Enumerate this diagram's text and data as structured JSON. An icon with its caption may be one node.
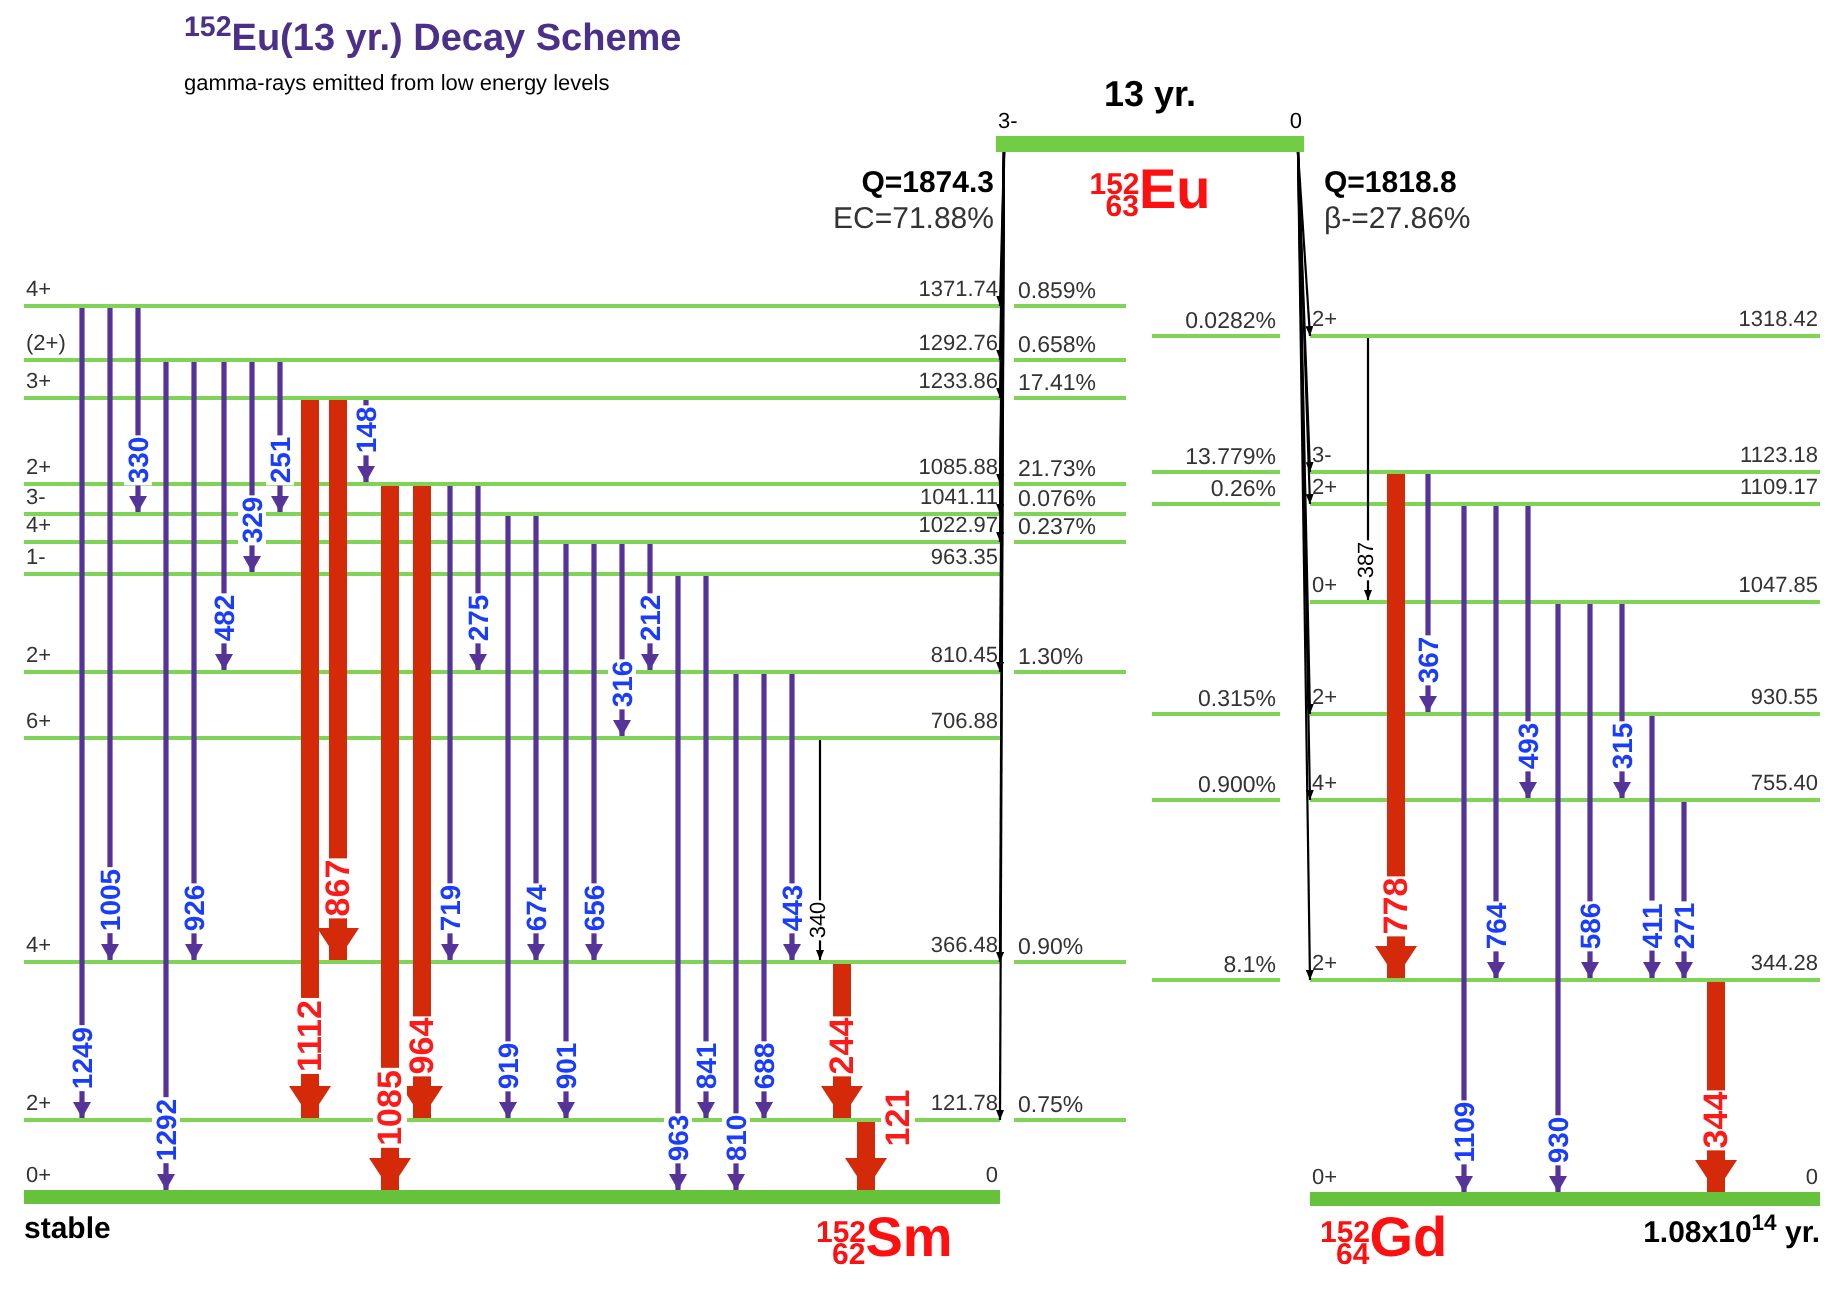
{
  "diagram": {
    "title": "$^{152}$Eu(13 yr.) Decay Scheme",
    "nodes": [
      {
        "text": [],
        "shape": "bar",
        "beside": [
          "3-",
          "0",
          "13 yr.",
          "$^{152}$$_{63}$Eu"
        ]
      },
      {
        "text": [],
        "shape": "bar",
        "beside": [
          "4+",
          "1371.74"
        ]
      },
      {
        "text": [],
        "shape": "bar",
        "beside": [
          "(2+)",
          "1292.76"
        ]
      },
      {
        "text": [],
        "shape": "bar",
        "beside": [
          "3+",
          "1233.86"
        ]
      },
      {
        "text": [],
        "shape": "bar",
        "beside": [
          "2+",
          "1085.88"
        ]
      },
      {
        "text": [],
        "shape": "bar",
        "beside": [
          "3-",
          "1041.11"
        ]
      },
      {
        "text": [],
        "shape": "bar",
        "beside": [
          "4+",
          "1022.97"
        ]
      },
      {
        "text": [],
        "shape": "bar",
        "beside": [
          "1-",
          "963.35"
        ]
      },
      {
        "text": [],
        "shape": "bar",
        "beside": [
          "2+",
          "810.45"
        ]
      },
      {
        "text": [],
        "shape": "bar",
        "beside": [
          "6+",
          "706.88"
        ]
      },
      {
        "text": [],
        "shape": "bar",
        "beside": [
          "4+",
          "366.48"
        ]
      },
      {
        "text": [],
        "shape": "bar",
        "beside": [
          "2+",
          "121.78"
        ]
      },
      {
        "text": [],
        "shape": "bar",
        "beside": [
          "0+",
          "0",
          "stable",
          "$^{152}$$_{62}$Sm"
        ]
      },
      {
        "text": [],
        "shape": "bar",
        "beside": [
          "2+",
          "1318.42"
        ]
      },
      {
        "text": [],
        "shape": "bar",
        "beside": [
          "3-",
          "1123.18"
        ]
      },
      {
        "text": [],
        "shape": "bar",
        "beside": [
          "2+",
          "1109.17"
        ]
      },
      {
        "text": [],
        "shape": "bar",
        "beside": [
          "0+",
          "1047.85"
        ]
      },
      {
        "text": [],
        "shape": "bar",
        "beside": [
          "2+",
          "930.55"
        ]
      },
      {
        "text": [],
        "shape": "bar",
        "beside": [
          "4+",
          "755.40"
        ]
      },
      {
        "text": [],
        "shape": "bar",
        "beside": [
          "2+",
          "344.28"
        ]
      },
      {
        "text": [],
        "shape": "bar",
        "beside": [
          "0+",
          "0",
          "1.08x10$^{14}$ yr.",
          "$^{152}$$_{64}$Gd"
        ]
      }
    ],
    "edges": [
      {
        "from": 1,
        "to": 11,
        "arrow": "to",
        "label": "1249"
      },
      {
        "from": 1,
        "to": 10,
        "arrow": "to",
        "label": "1005"
      },
      {
        "from": 1,
        "to": 5,
        "arrow": "to",
        "label": "330"
      },
      {
        "from": 2,
        "to": 12,
        "arrow": "to",
        "label": "1292"
      },
      {
        "from": 2,
        "to": 10,
        "arrow": "to",
        "label": "926"
      },
      {
        "from": 2,
        "to": 8,
        "arrow": "to",
        "label": "482"
      },
      {
        "from": 2,
        "to": 7,
        "arrow": "to",
        "label": "329"
      },
      {
        "from": 2,
        "to": 5,
        "arrow": "to",
        "label": "251"
      },
      {
        "from": 3,
        "to": 11,
        "arrow": "to",
        "label": "1112",
        "style": "thick",
        "color": "#d42a0a"
      },
      {
        "from": 3,
        "to": 10,
        "arrow": "to",
        "label": "867",
        "style": "thick",
        "color": "#d42a0a"
      },
      {
        "from": 3,
        "to": 4,
        "arrow": "to",
        "label": "148"
      },
      {
        "from": 4,
        "to": 12,
        "arrow": "to",
        "label": "1085",
        "style": "thick",
        "color": "#d42a0a"
      },
      {
        "from": 4,
        "to": 11,
        "arrow": "to",
        "label": "964",
        "style": "thick",
        "color": "#d42a0a"
      },
      {
        "from": 4,
        "to": 10,
        "arrow": "to",
        "label": "719"
      },
      {
        "from": 4,
        "to": 8,
        "arrow": "to",
        "label": "275"
      },
      {
        "from": 5,
        "to": 11,
        "arrow": "to",
        "label": "919"
      },
      {
        "from": 5,
        "to": 10,
        "arrow": "to",
        "label": "674"
      },
      {
        "from": 6,
        "to": 11,
        "arrow": "to",
        "label": "901"
      },
      {
        "from": 6,
        "to": 10,
        "arrow": "to",
        "label": "656"
      },
      {
        "from": 6,
        "to": 9,
        "arrow": "to",
        "label": "316"
      },
      {
        "from": 6,
        "to": 8,
        "arrow": "to",
        "label": "212"
      },
      {
        "from": 7,
        "to": 12,
        "arrow": "to",
        "label": "963"
      },
      {
        "from": 7,
        "to": 11,
        "arrow": "to",
        "label": "841"
      },
      {
        "from": 8,
        "to": 12,
        "arrow": "to",
        "label": "810"
      },
      {
        "from": 8,
        "to": 11,
        "arrow": "to",
        "label": "688"
      },
      {
        "from": 8,
        "to": 10,
        "arrow": "to",
        "label": "443"
      },
      {
        "from": 9,
        "to": 10,
        "arrow": "to",
        "label": "340",
        "color": "#000000"
      },
      {
        "from": 10,
        "to": 11,
        "arrow": "to",
        "label": "244",
        "style": "thick",
        "color": "#d42a0a"
      },
      {
        "from": 11,
        "to": 12,
        "arrow": "to",
        "label": "121",
        "style": "thick",
        "color": "#d42a0a"
      },
      {
        "from": 13,
        "to": 16,
        "arrow": "to",
        "label": "387",
        "color": "#000000"
      },
      {
        "from": 14,
        "to": 19,
        "arrow": "to",
        "label": "778",
        "style": "thick",
        "color": "#d42a0a"
      },
      {
        "from": 14,
        "to": 17,
        "arrow": "to",
        "label": "367"
      },
      {
        "from": 15,
        "to": 20,
        "arrow": "to",
        "label": "1109"
      },
      {
        "from": 15,
        "to": 19,
        "arrow": "to",
        "label": "764"
      },
      {
        "from": 15,
        "to": 18,
        "arrow": "to",
        "label": "493"
      },
      {
        "from": 16,
        "to": 20,
        "arrow": "to",
        "label": "930"
      },
      {
        "from": 16,
        "to": 19,
        "arrow": "to",
        "label": "586"
      },
      {
        "from": 16,
        "to": 18,
        "arrow": "to",
        "label": "315"
      },
      {
        "from": 17,
        "to": 19,
        "arrow": "to",
        "label": "411"
      },
      {
        "from": 18,
        "to": 19,
        "arrow": "to",
        "label": "271"
      },
      {
        "from": 19,
        "to": 20,
        "arrow": "to",
        "label": "344",
        "style": "thick",
        "color": "#d42a0a"
      },
      {
        "from": 0,
        "to": 1,
        "arrow": "to",
        "label": "0.859%",
        "color": "#000000"
      },
      {
        "from": 0,
        "to": 2,
        "arrow": "to",
        "label": "0.658%",
        "color": "#000000"
      },
      {
        "from": 0,
        "to": 3,
        "arrow": "to",
        "label": "17.41%",
        "color": "#000000"
      },
      {
        "from": 0,
        "to": 4,
        "arrow": "to",
        "label": "21.73%",
        "color": "#000000"
      },
      {
        "from": 0,
        "to": 5,
        "arrow": "to",
        "label": "0.076%",
        "color": "#000000"
      },
      {
        "from": 0,
        "to": 6,
        "arrow": "to",
        "label": "0.237%",
        "color": "#000000"
      },
      {
        "from": 0,
        "to": 8,
        "arrow": "to",
        "label": "1.30%",
        "color": "#000000"
      },
      {
        "from": 0,
        "to": 10,
        "arrow": "to",
        "label": "0.90%",
        "color": "#000000"
      },
      {
        "from": 0,
        "to": 11,
        "arrow": "to",
        "label": "0.75%",
        "color": "#000000"
      },
      {
        "from": 0,
        "to": 13,
        "arrow": "to",
        "label": "0.0282%",
        "color": "#000000"
      },
      {
        "from": 0,
        "to": 14,
        "arrow": "to",
        "label": "13.779%",
        "color": "#000000"
      },
      {
        "from": 0,
        "to": 15,
        "arrow": "to",
        "label": "0.26%",
        "color": "#000000"
      },
      {
        "from": 0,
        "to": 17,
        "arrow": "to",
        "label": "0.315%",
        "color": "#000000"
      },
      {
        "from": 0,
        "to": 18,
        "arrow": "to",
        "label": "0.900%",
        "color": "#000000"
      },
      {
        "from": 0,
        "to": 19,
        "arrow": "to",
        "label": "8.1%",
        "color": "#000000"
      }
    ],
    "labels": [
      "gamma-rays emitted from low energy levels",
      "Q=1874.3",
      "EC=71.88%",
      "Q=1818.8",
      "β-=27.86%"
    ]
  }
}
